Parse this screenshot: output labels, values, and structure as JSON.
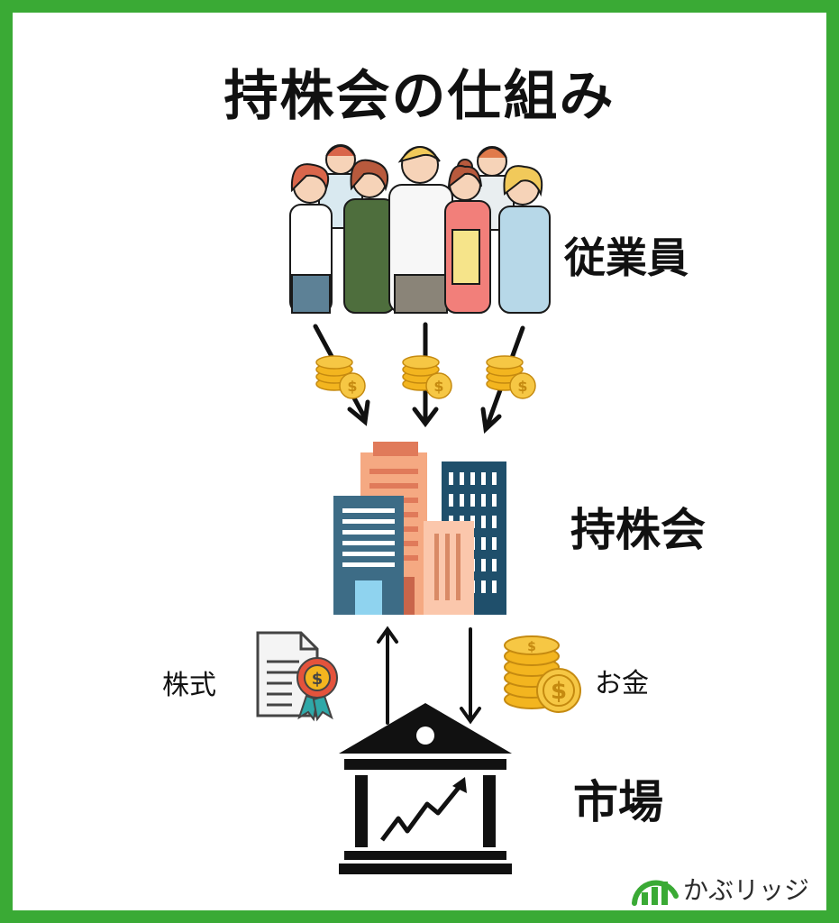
{
  "title": "持株会の仕組み",
  "nodes": {
    "employees": "従業員",
    "mochikabukai": "持株会",
    "market": "市場"
  },
  "flows": {
    "stock": "株式",
    "money": "お金"
  },
  "brand": {
    "name": "かぶリッジ"
  },
  "colors": {
    "border": "#3aaa35",
    "coin": "#f3b51f",
    "building_blue": "#3d6c86",
    "building_orange": "#f5a982",
    "building_dark": "#1f4f6b"
  }
}
